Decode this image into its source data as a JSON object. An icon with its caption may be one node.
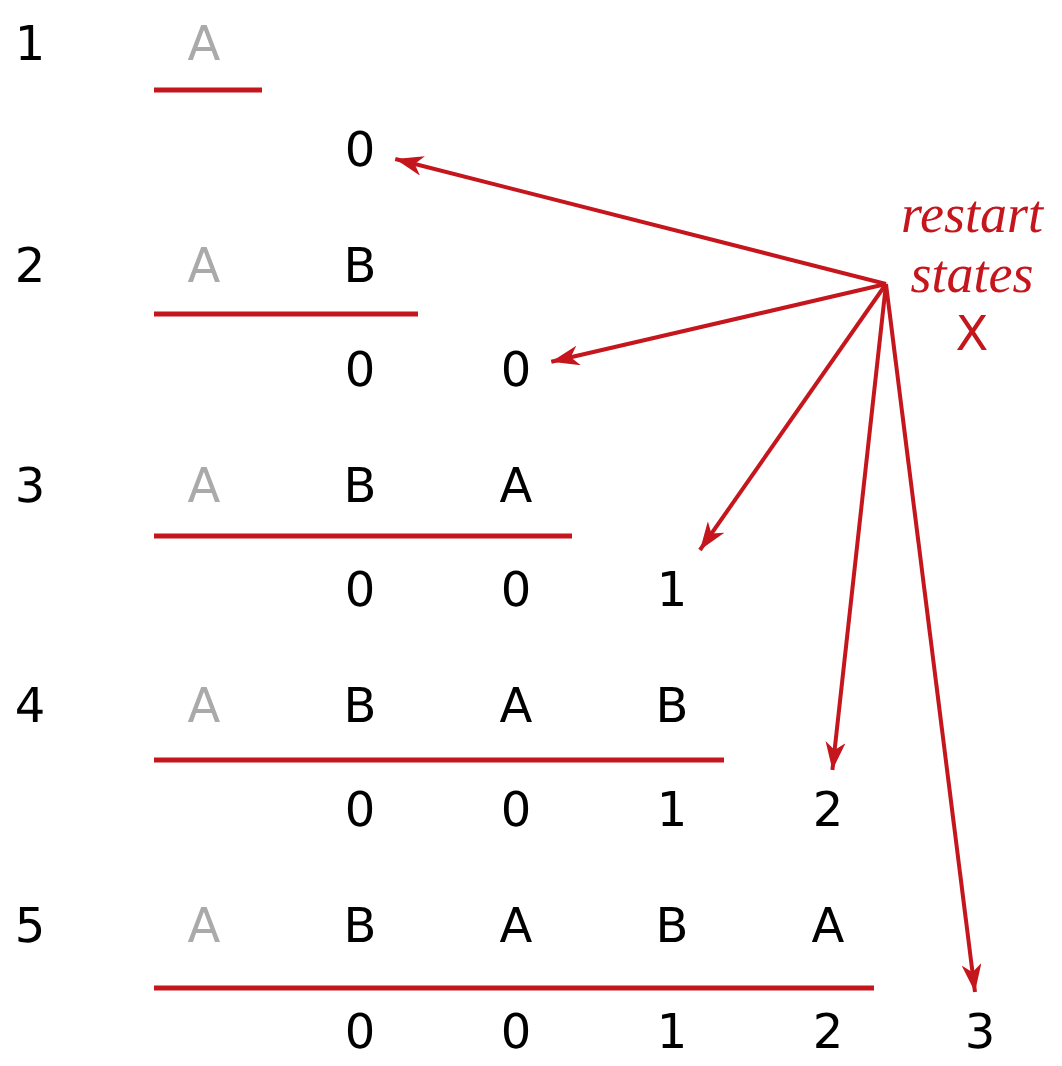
{
  "diagram": {
    "nodes": [
      {
        "text": [
          "0"
        ]
      },
      {
        "text": [
          "restart states",
          "X"
        ]
      },
      {
        "text": [
          "0"
        ]
      },
      {
        "text": [
          "1"
        ]
      },
      {
        "text": [
          "2"
        ]
      },
      {
        "text": [
          "3"
        ]
      }
    ],
    "edges": [
      {
        "from": 1,
        "to": 0,
        "arrow": "to"
      },
      {
        "from": 1,
        "to": 2,
        "arrow": "to"
      },
      {
        "from": 1,
        "to": 3,
        "arrow": "to"
      },
      {
        "from": 1,
        "to": 4,
        "arrow": "to"
      },
      {
        "from": 1,
        "to": 5,
        "arrow": "to"
      }
    ],
    "labels": [
      "1",
      "A",
      "2",
      "A",
      "B",
      "0",
      "3",
      "A",
      "B",
      "A",
      "0",
      "0",
      "4",
      "A",
      "B",
      "A",
      "B",
      "0",
      "0",
      "1",
      "5",
      "A",
      "B",
      "A",
      "B",
      "A",
      "0",
      "0",
      "1",
      "2"
    ]
  }
}
